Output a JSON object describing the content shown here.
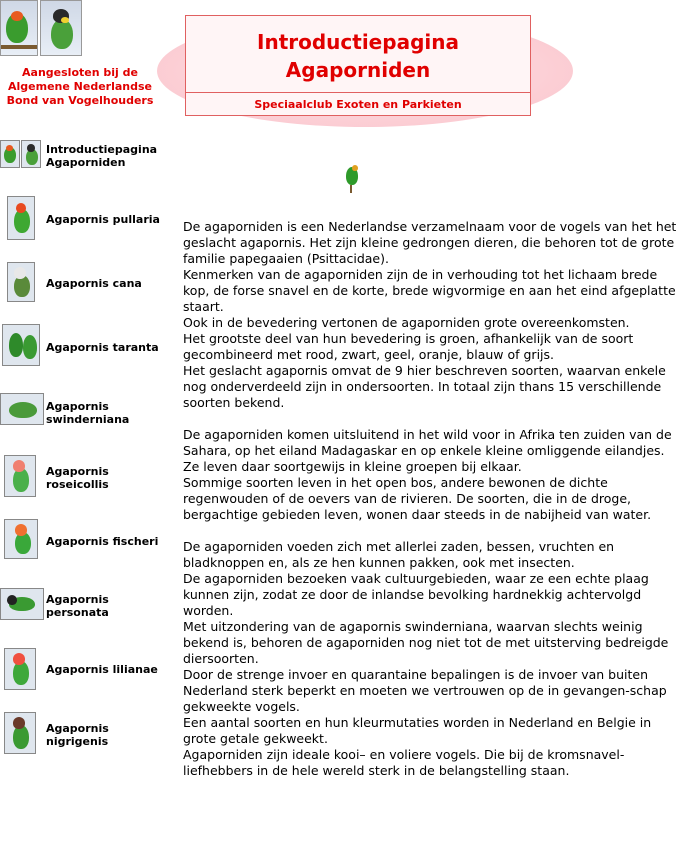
{
  "association": {
    "line1": "Aangesloten bij de",
    "line2": "Algemene Nederlandse",
    "line3": "Bond van Vogelhouders"
  },
  "header": {
    "title_line1": "Introductiepagina",
    "title_line2": "Agaporniden",
    "subtitle": "Speciaalclub Exoten en Parkieten"
  },
  "sidebar": {
    "items": [
      {
        "label_line1": "Introductiepagina",
        "label_line2": "Agaporniden"
      },
      {
        "label_line1": "Agapornis pullaria",
        "label_line2": ""
      },
      {
        "label_line1": "Agapornis cana",
        "label_line2": ""
      },
      {
        "label_line1": "Agapornis taranta",
        "label_line2": ""
      },
      {
        "label_line1": "Agapornis",
        "label_line2": "swinderniana"
      },
      {
        "label_line1": "Agapornis",
        "label_line2": "roseicollis"
      },
      {
        "label_line1": "Agapornis fischeri",
        "label_line2": ""
      },
      {
        "label_line1": "Agapornis",
        "label_line2": "personata"
      },
      {
        "label_line1": "Agapornis lilianae",
        "label_line2": ""
      },
      {
        "label_line1": "Agapornis",
        "label_line2": "nigrigenis"
      }
    ]
  },
  "content": {
    "paragraphs": [
      "De agaporniden is een Nederlandse verzamelnaam voor de vogels van het het geslacht agapornis. Het zijn kleine gedrongen dieren, die behoren tot de grote familie papegaaien (Psittacidae).",
      "Kenmerken van de agaporniden zijn de in verhouding tot het lichaam brede kop, de forse snavel en de korte, brede wigvormige en aan het eind afgeplatte staart.",
      "Ook in de bevedering vertonen de agaporniden grote overeenkomsten.",
      "Het grootste deel van hun bevedering is groen, afhankelijk van de soort gecombineerd met rood, zwart, geel, oranje, blauw of grijs.",
      "Het geslacht agapornis omvat de 9 hier beschreven soorten, waarvan enkele nog onderverdeeld zijn in ondersoorten. In totaal zijn thans 15 verschillende soorten bekend.",
      "De agaporniden komen uitsluitend in het wild voor in Afrika ten zuiden van de Sahara, op het eiland Madagaskar en op enkele kleine omliggende eilandjes. Ze leven daar soortgewijs in kleine groepen bij elkaar.",
      "Sommige soorten leven in het open bos, andere bewonen de dichte regenwouden of de oevers van de rivieren. De soorten, die in de droge, bergachtige gebieden leven, wonen daar steeds in de nabijheid van water.",
      "De agaporniden voeden zich met allerlei zaden, bessen, vruchten en bladknoppen en, als ze hen kunnen pakken, ook met insecten.",
      "De agaporniden bezoeken vaak cultuurgebieden, waar ze een echte plaag kunnen zijn, zodat ze door de inlandse bevolking hardnekkig achtervolgd worden.",
      "Met uitzondering van de agapornis swinderniana, waarvan slechts weinig bekend is, behoren de agaporniden nog niet tot de met uitsterving bedreigde diersoorten.",
      "Door de strenge invoer en quarantaine bepalingen is de invoer van buiten Nederland sterk beperkt en moeten we vertrouwen op de in gevangen-schap gekweekte vogels.",
      "Een aantal soorten en hun kleurmutaties worden in Nederland en Belgie in grote getale gekweekt.",
      "Agaporniden zijn ideale kooi– en voliere vogels. Die bij de kromsnavel-liefhebbers in de hele wereld sterk in de belangstelling staan."
    ]
  },
  "colors": {
    "accent_red": "#e00000",
    "header_pink": "#fcd0d6"
  }
}
